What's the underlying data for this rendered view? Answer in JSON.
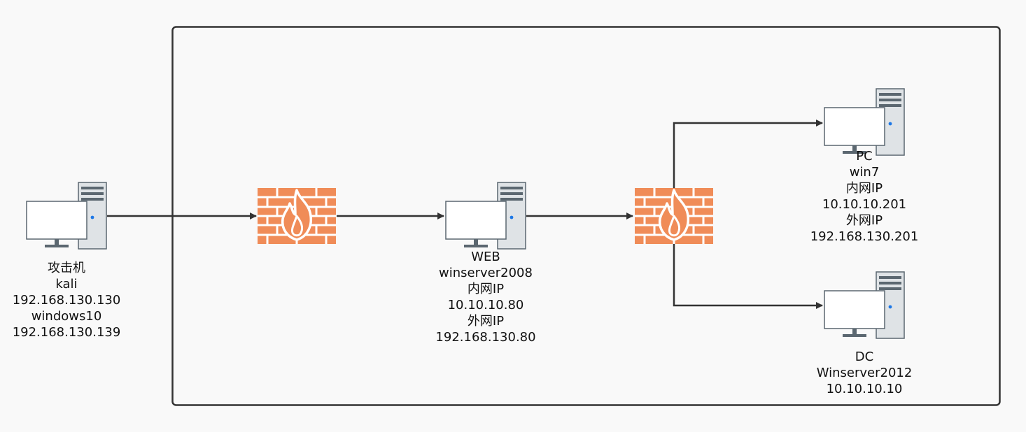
{
  "diagram": {
    "nodes": {
      "attacker": {
        "lines": [
          "攻击机",
          "kali",
          "192.168.130.130",
          "windows10",
          "192.168.130.139"
        ]
      },
      "web": {
        "lines": [
          "WEB",
          "winserver2008",
          "内网IP",
          "10.10.10.80",
          "外网IP",
          "192.168.130.80"
        ]
      },
      "pc": {
        "lines": [
          "PC",
          "win7",
          "内网IP",
          "10.10.10.201",
          "外网IP",
          "192.168.130.201"
        ]
      },
      "dc": {
        "lines": [
          "DC",
          "Winserver2012",
          "10.10.10.10"
        ]
      }
    },
    "edges": [
      {
        "from": "attacker",
        "to": "firewall-1"
      },
      {
        "from": "firewall-1",
        "to": "web"
      },
      {
        "from": "web",
        "to": "firewall-2"
      },
      {
        "from": "firewall-2",
        "to": "pc"
      },
      {
        "from": "firewall-2",
        "to": "dc"
      }
    ],
    "colors": {
      "background": "#f9f9f9",
      "frame": "#333333",
      "line": "#333333",
      "firewall": "#f08c58",
      "firewall_mortar": "#ffffff",
      "computer_body": "#ffffff",
      "computer_outline": "#5b6770",
      "tower": "#dfe3e6",
      "power_led": "#1e78e6"
    }
  }
}
